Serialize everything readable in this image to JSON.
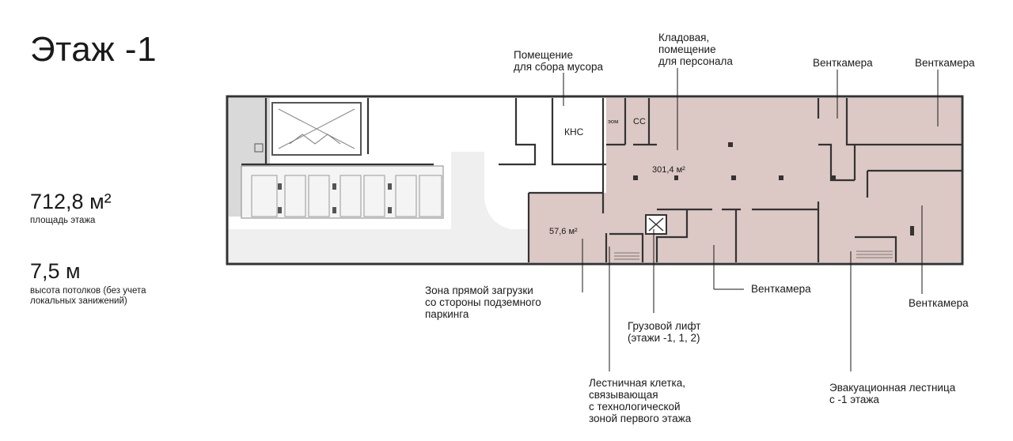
{
  "title": "Этаж -1",
  "stats": {
    "area_value": "712,8 м²",
    "area_caption": "площадь этажа",
    "height_value": "7,5 м",
    "height_caption_1": "высота потолков (без учета",
    "height_caption_2": "локальных занижений)"
  },
  "plan": {
    "rooms": {
      "kns": "КНС",
      "zom": "эом",
      "ss": "СС",
      "area_main": "301,4 м²",
      "area_zone": "57,6 м²"
    },
    "callouts": {
      "trash_1": "Помещение",
      "trash_2": "для сбора мусора",
      "storage_1": "Кладовая,",
      "storage_2": "помещение",
      "storage_3": "для персонала",
      "vent_top_1": "Венткамера",
      "vent_top_2": "Венткамера",
      "vent_bottom_mid": "Венткамера",
      "vent_bottom_right": "Венткамера",
      "loading_1": "Зона прямой загрузки",
      "loading_2": "со стороны подземного",
      "loading_3": "паркинга",
      "lift_1": "Грузовой лифт",
      "lift_2": "(этажи -1, 1, 2)",
      "stair_1": "Лестничная клетка,",
      "stair_2": "связывающая",
      "stair_3": "с технологической",
      "stair_4": "зоной первого этажа",
      "evac_1": "Эвакуационная лестница",
      "evac_2": "с -1 этажа"
    }
  },
  "colors": {
    "highlight": "#dcc8c4",
    "wall": "#333333",
    "parking": "#efefef",
    "ramp_block": "#d9d9d9"
  }
}
